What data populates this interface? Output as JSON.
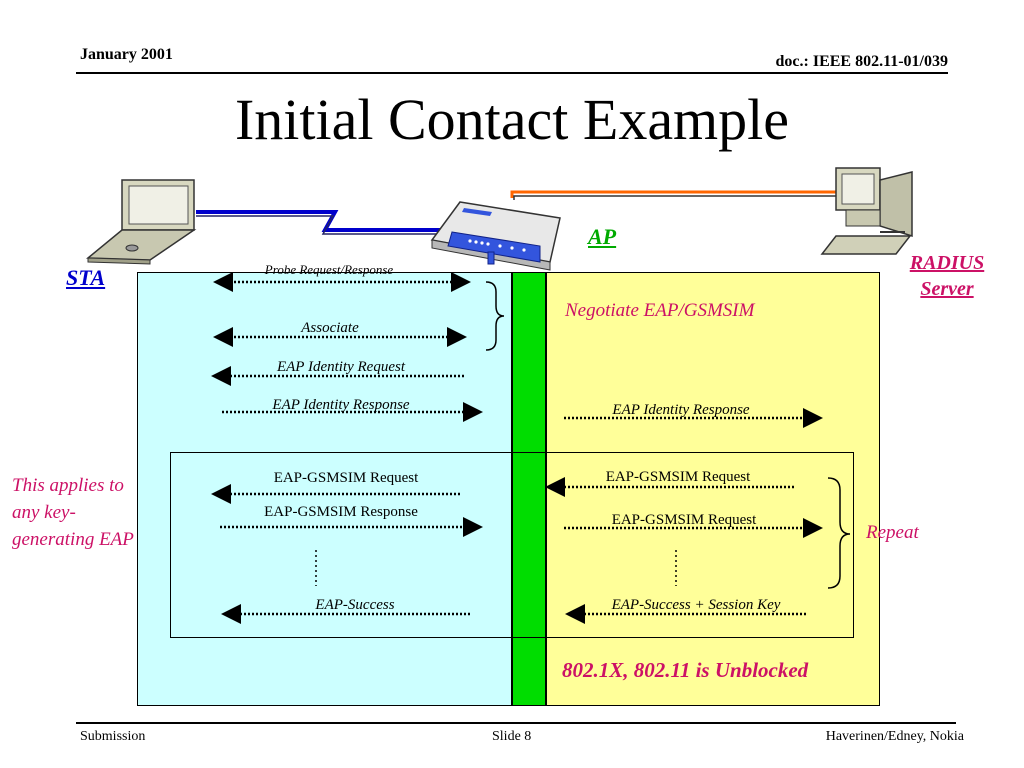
{
  "header": {
    "date": "January 2001",
    "doc_id": "doc.: IEEE 802.11-01/039"
  },
  "title": "Initial Contact Example",
  "nodes": {
    "sta": "STA",
    "ap": "AP",
    "radius": "RADIUS Server"
  },
  "colors": {
    "sta_zone": "#ccffff",
    "radius_zone": "#ffff99",
    "ap_bar": "#00dd00",
    "accent_red": "#cc1166",
    "link_blue": "#0000cc",
    "link_orange": "#ff6600"
  },
  "sequence": {
    "probe": "Probe Request/Response",
    "associate": "Associate",
    "eap_identity_request": "EAP Identity Request",
    "eap_identity_response_sta": "EAP Identity Response",
    "eap_identity_response_radius": "EAP Identity Response",
    "gsmsim_request_sta": "EAP-GSMSIM Request",
    "gsmsim_response_sta": "EAP-GSMSIM Response",
    "gsmsim_request_radius_1": "EAP-GSMSIM Request",
    "gsmsim_request_radius_2": "EAP-GSMSIM Request",
    "eap_success_sta": "EAP-Success",
    "eap_success_radius": "EAP-Success + Session Key"
  },
  "annotations": {
    "negotiate": "Negotiate EAP/GSMSIM",
    "applies": "This applies to any key-generating EAP",
    "repeat": "Repeat",
    "unblocked": "802.1X, 802.11 is Unblocked"
  },
  "footer": {
    "submission": "Submission",
    "slide": "Slide 8",
    "authors": "Haverinen/Edney, Nokia"
  }
}
